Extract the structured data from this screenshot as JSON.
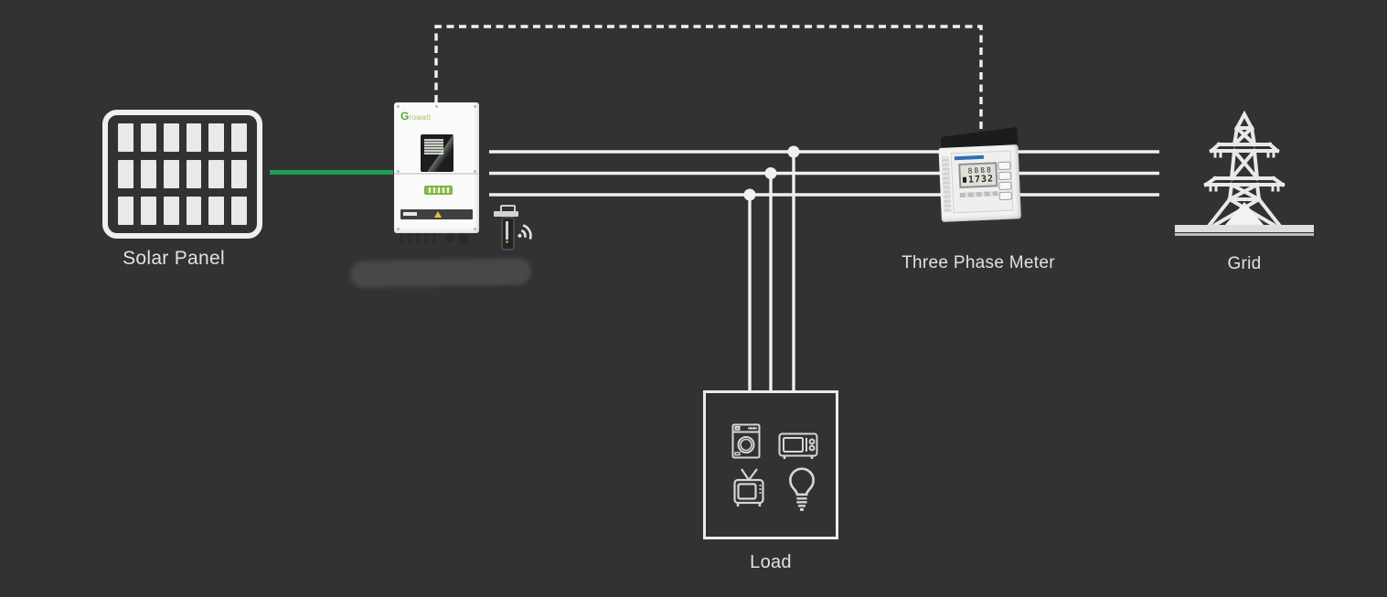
{
  "diagram": {
    "title_hint": "solar-pv-system-single-line-diagram",
    "colors": {
      "background": "#323232",
      "wire": "#f0f0f0",
      "pv_dc_line": "#1d9e50",
      "brand_green": "#55a63c",
      "meter_blue": "#2f6eb5",
      "label_text": "#e2e2e2"
    },
    "nodes": {
      "solar_panel": {
        "label": "Solar Panel",
        "icon": "solar-panel-icon",
        "cells": 18
      },
      "inverter": {
        "brand": "Growatt",
        "icon": "inverter-image",
        "accessory": "wifi-dongle-icon"
      },
      "meter": {
        "label": "Three Phase Meter",
        "icon": "three-phase-meter-image",
        "lcd_top": "8888",
        "lcd_bottom": "1732"
      },
      "grid": {
        "label": "Grid",
        "icon": "transmission-tower-icon"
      },
      "load": {
        "label": "Load",
        "icons": [
          "washing-machine-icon",
          "microwave-icon",
          "tv-icon",
          "light-bulb-icon"
        ]
      }
    },
    "connections": {
      "pv_to_inverter": "green solid DC line",
      "inverter_to_grid": "three solid AC phase lines passing behind meter",
      "inverter_to_meter_comm": "white dashed communication line",
      "load_taps": "three vertical drops with junction dots into load box"
    }
  }
}
